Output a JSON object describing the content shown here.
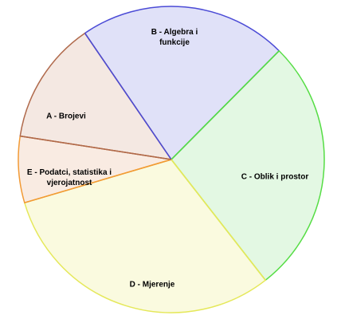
{
  "chart_data": {
    "type": "pie",
    "slices": [
      {
        "label": "B - Algebra i funkcije",
        "label_lines": [
          "B - Algebra i",
          "funkcije"
        ],
        "value": 22,
        "fill": "#e0e1f8",
        "stroke": "#4b4bd6"
      },
      {
        "label": "C - Oblik i prostor",
        "label_lines": [
          "C - Oblik i prostor"
        ],
        "value": 27,
        "fill": "#e3f8e3",
        "stroke": "#55dd44"
      },
      {
        "label": "D - Mjerenje",
        "label_lines": [
          "D - Mjerenje"
        ],
        "value": 31,
        "fill": "#fafadf",
        "stroke": "#e5e85a"
      },
      {
        "label": "E - Podatci, statistika i vjerojatnost",
        "label_lines": [
          "E - Podatci, statistika i",
          "vjerojatnost"
        ],
        "value": 7,
        "fill": "#f9ebe2",
        "stroke": "#f29a35"
      },
      {
        "label": "A - Brojevi",
        "label_lines": [
          "A - Brojevi"
        ],
        "value": 13,
        "fill": "#f4e8e2",
        "stroke": "#b06a4c"
      }
    ]
  }
}
